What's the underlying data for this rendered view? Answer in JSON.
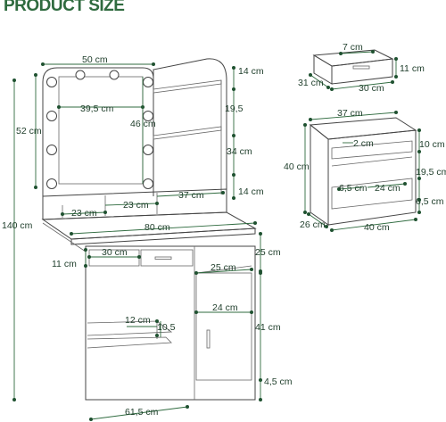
{
  "title": "PRODUCT SIZE",
  "dimensions": {
    "mirror_width": "50 cm",
    "mirror_height": "52 cm",
    "mirror_glass_width": "39,5 cm",
    "mirror_glass_height": "46 cm",
    "shelf_top": "14 cm",
    "shelf_mid": "19,5",
    "shelf_low": "34 cm",
    "shelf_bottom": "14 cm",
    "total_height": "140 cm",
    "compartment_left": "23 cm",
    "compartment_mid": "23 cm",
    "compartment_right": "37 cm",
    "desk_width": "80 cm",
    "desk_drawer_width": "30 cm",
    "desk_drawer_height": "11 cm",
    "cabinet_shelf_width": "25 cm",
    "cabinet_shelf_height": "25 cm",
    "cabinet_door_width": "24 cm",
    "cabinet_door_height": "41 cm",
    "knee_shelf_depth": "12 cm",
    "knee_shelf_height": "10,5",
    "base_height": "4,5 cm",
    "desk_depth": "61,5 cm",
    "drawer_depth": "7 cm",
    "drawer_front_height": "11 cm",
    "drawer_side": "31 cm",
    "drawer_width": "30 cm",
    "stool_depth_top": "37 cm",
    "stool_inner": "2 cm",
    "stool_height": "40 cm",
    "stool_top_gap": "10 cm",
    "stool_mid_gap": "19,5 cm",
    "stool_low_gap": "6,5 cm",
    "stool_shelf_left": "6,5 cm",
    "stool_shelf_right": "24 cm",
    "stool_side": "26 cm",
    "stool_width": "40 cm"
  }
}
